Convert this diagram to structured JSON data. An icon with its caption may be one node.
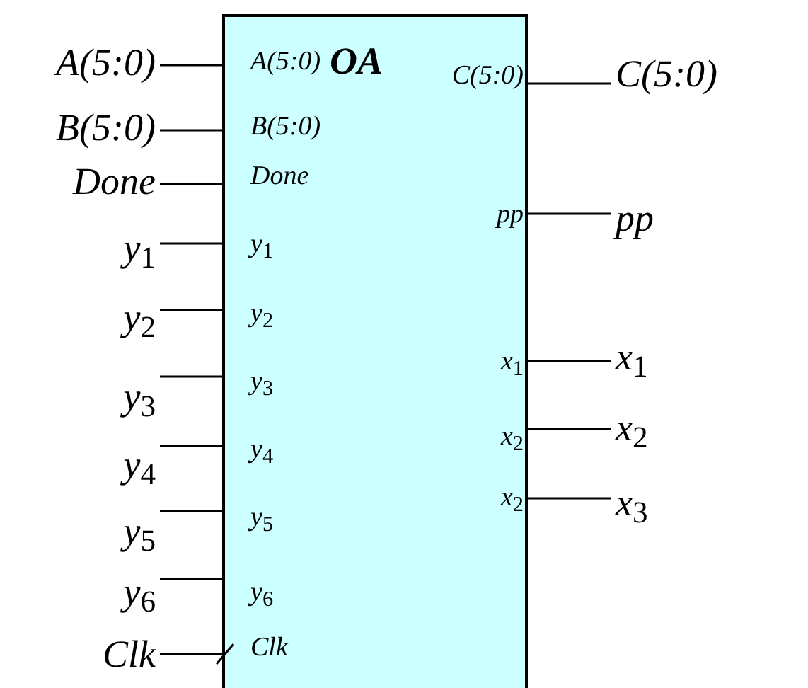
{
  "diagram": {
    "nodes": [
      {
        "text": [
          "OA"
        ]
      },
      {
        "text": [
          "A(5:0)"
        ],
        "in": 0
      },
      {
        "text": [
          "B(5:0)"
        ],
        "in": 0
      },
      {
        "text": [
          "Done"
        ],
        "in": 0
      },
      {
        "text": [
          "y$_{1}$"
        ],
        "in": 0
      },
      {
        "text": [
          "y$_{2}$"
        ],
        "in": 0
      },
      {
        "text": [
          "y$_{3}$"
        ],
        "in": 0
      },
      {
        "text": [
          "y$_{4}$"
        ],
        "in": 0
      },
      {
        "text": [
          "y$_{5}$"
        ],
        "in": 0
      },
      {
        "text": [
          "y$_{6}$"
        ],
        "in": 0
      },
      {
        "text": [
          "Clk"
        ],
        "in": 0
      },
      {
        "text": [
          "C(5:0)"
        ],
        "in": 0
      },
      {
        "text": [
          "pp"
        ],
        "in": 0
      },
      {
        "text": [
          "x$_{1}$"
        ],
        "in": 0
      },
      {
        "text": [
          "x$_{2}$"
        ],
        "in": 0
      },
      {
        "text": [
          "x$_{2}$"
        ],
        "in": 0
      },
      {
        "text": [
          "A(5:0)"
        ]
      },
      {
        "text": [
          "B(5:0)"
        ]
      },
      {
        "text": [
          "Done"
        ]
      },
      {
        "text": [
          "y$_{1}$"
        ]
      },
      {
        "text": [
          "y$_{2}$"
        ]
      },
      {
        "text": [
          "y$_{3}$"
        ]
      },
      {
        "text": [
          "y$_{4}$"
        ]
      },
      {
        "text": [
          "y$_{5}$"
        ]
      },
      {
        "text": [
          "y$_{6}$"
        ]
      },
      {
        "text": [
          "Clk"
        ]
      },
      {
        "text": [
          "C(5:0)"
        ]
      },
      {
        "text": [
          "pp"
        ]
      },
      {
        "text": [
          "x$_{1}$"
        ]
      },
      {
        "text": [
          "x$_{2}$"
        ]
      },
      {
        "text": [
          "x$_{3}$"
        ]
      }
    ],
    "edges": [
      {
        "from": 16,
        "to": 1,
        "arrow": "none"
      },
      {
        "from": 17,
        "to": 2,
        "arrow": "none"
      },
      {
        "from": 18,
        "to": 3,
        "arrow": "none"
      },
      {
        "from": 19,
        "to": 4,
        "arrow": "none"
      },
      {
        "from": 20,
        "to": 5,
        "arrow": "none"
      },
      {
        "from": 21,
        "to": 6,
        "arrow": "none"
      },
      {
        "from": 22,
        "to": 7,
        "arrow": "none"
      },
      {
        "from": 23,
        "to": 8,
        "arrow": "none"
      },
      {
        "from": 24,
        "to": 9,
        "arrow": "none"
      },
      {
        "from": 25,
        "to": 10,
        "arrow": "other"
      },
      {
        "from": 11,
        "to": 26,
        "arrow": "none"
      },
      {
        "from": 12,
        "to": 27,
        "arrow": "none"
      },
      {
        "from": 13,
        "to": 28,
        "arrow": "none"
      },
      {
        "from": 14,
        "to": 29,
        "arrow": "none"
      },
      {
        "from": 15,
        "to": 30,
        "arrow": "none"
      }
    ]
  }
}
